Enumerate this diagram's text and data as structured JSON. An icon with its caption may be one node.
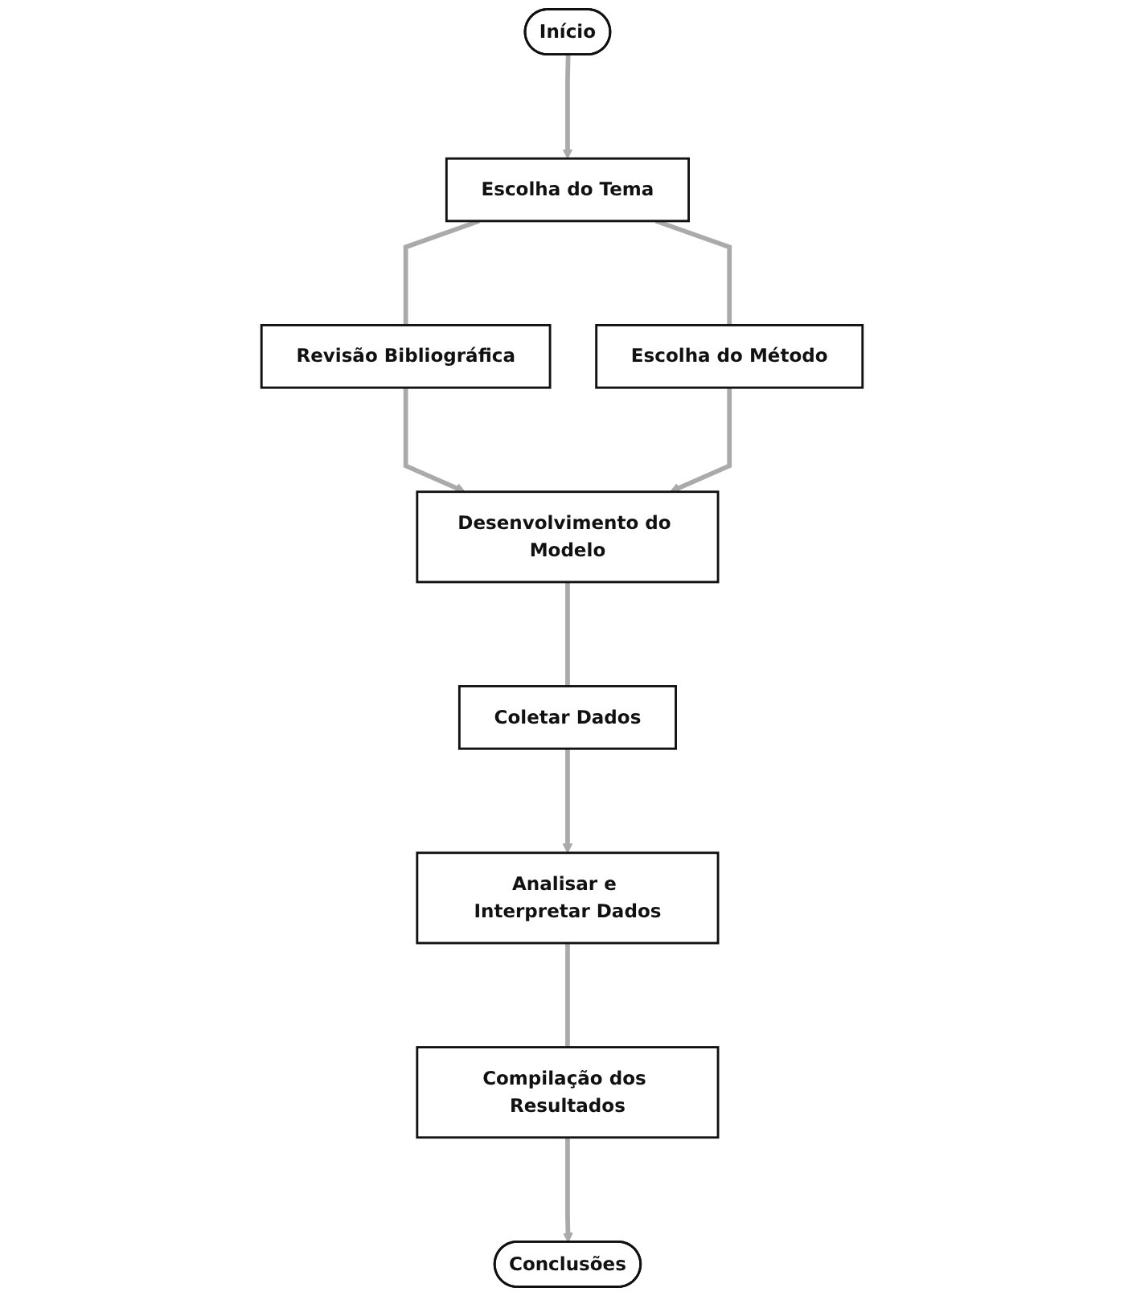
{
  "diagram": {
    "nodes": [
      {
        "text": [
          "Início"
        ]
      },
      {
        "text": [
          "Escolha do Tema"
        ]
      },
      {
        "text": [
          "Revisão Bibliográfica"
        ]
      },
      {
        "text": [
          "Escolha do Método"
        ]
      },
      {
        "text": [
          "Desenvolvimento do Modelo"
        ]
      },
      {
        "text": [
          "Coletar Dados"
        ]
      },
      {
        "text": [
          "Analisar e Interpretar Dados"
        ]
      },
      {
        "text": [
          "Compilação dos Resultados"
        ]
      },
      {
        "text": [
          "Conclusões"
        ]
      }
    ],
    "edges": [
      {
        "from": 0,
        "to": 1,
        "arrow": "to"
      },
      {
        "from": 1,
        "to": 2,
        "arrow": "none"
      },
      {
        "from": 1,
        "to": 3,
        "arrow": "none"
      },
      {
        "from": 2,
        "to": 4,
        "arrow": "to"
      },
      {
        "from": 3,
        "to": 4,
        "arrow": "to"
      },
      {
        "from": 4,
        "to": 5,
        "arrow": "none"
      },
      {
        "from": 5,
        "to": 6,
        "arrow": "to"
      },
      {
        "from": 6,
        "to": 7,
        "arrow": "none"
      },
      {
        "from": 7,
        "to": 8,
        "arrow": "to"
      }
    ]
  }
}
